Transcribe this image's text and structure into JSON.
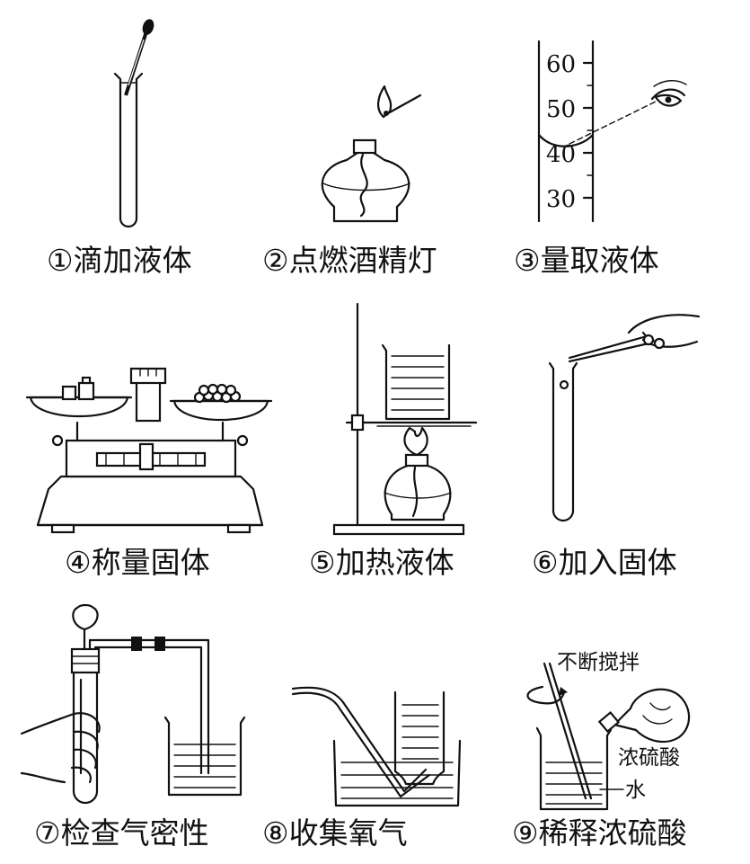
{
  "panels": [
    {
      "caption": "①滴加液体"
    },
    {
      "caption": "②点燃酒精灯"
    },
    {
      "caption": "③量取液体"
    },
    {
      "caption": "④称量固体"
    },
    {
      "caption": "⑤加热液体"
    },
    {
      "caption": "⑥加入固体"
    },
    {
      "caption": "⑦检查气密性"
    },
    {
      "caption": "⑧收集氧气"
    },
    {
      "caption": "⑨稀释浓硫酸"
    }
  ],
  "cylinder_ticks": [
    "60",
    "50",
    "40",
    "30"
  ],
  "annotations": {
    "stir": "不断搅拌",
    "acid": "浓硫酸",
    "water": "水"
  }
}
